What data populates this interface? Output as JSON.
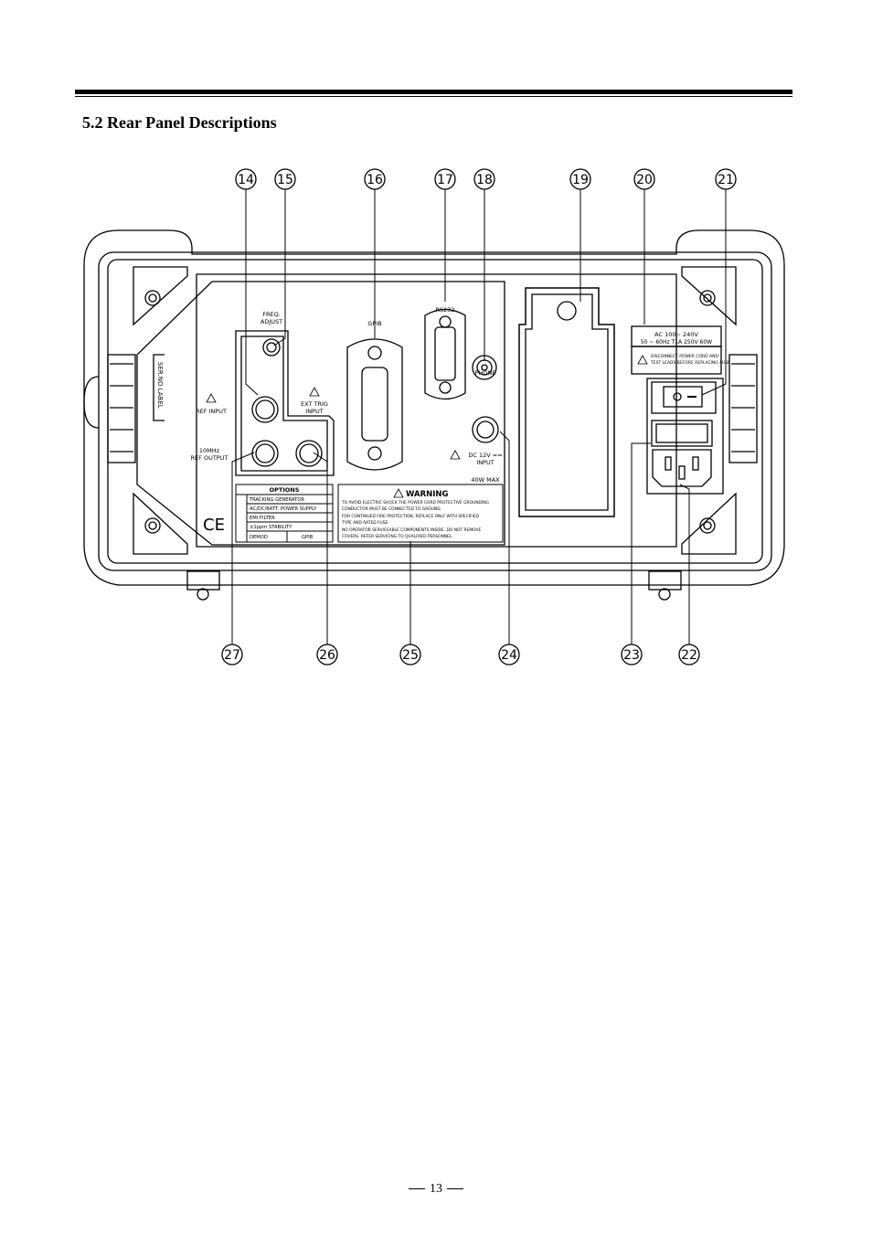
{
  "section": {
    "title": "5.2 Rear Panel Descriptions"
  },
  "callouts": {
    "top": [
      "14",
      "15",
      "16",
      "17",
      "18",
      "19",
      "20",
      "21"
    ],
    "bottom": [
      "27",
      "26",
      "25",
      "24",
      "23",
      "22"
    ]
  },
  "panel": {
    "serno_label": "SER.NO LABEL",
    "freq_adjust_1": "FREQ.",
    "freq_adjust_2": "ADJUST",
    "ref_input": "REF INPUT",
    "ext_trig_1": "EXT TRIG",
    "ext_trig_2": "INPUT",
    "ref_output_1": "10MHz",
    "ref_output_2": "REF OUTPUT",
    "gpib": "GPIB",
    "rs232": "RS232",
    "phone": "PHONE",
    "dc_input_1": "DC  12V ==",
    "dc_input_2": "INPUT",
    "dc_input_3": "40W  MAX",
    "ce_mark": "CE",
    "ac_rating_1": "AC  100~ 240V",
    "ac_rating_2": "50 ~ 60Hz   T1A 250V  60W",
    "disconnect_1": "DISCONNECT POWER CORD AND",
    "disconnect_2": "TEST LEADS BEFORE REPLACING FUSE"
  },
  "options": {
    "header": "OPTIONS",
    "rows": [
      "TRACKING GENERATOR",
      "AC/DC/BATT. POWER SUPPLY",
      "EMI FILTER",
      "±1ppm STABILITY"
    ],
    "last_row": [
      "DEMOD",
      "GPIB"
    ]
  },
  "warning": {
    "title": "WARNING",
    "lines": [
      "TO AVOID ELECTRIC SHOCK THE POWER CORD PROTECTIVE GROUNDING",
      "CONDUCTOR MUST BE CONNECTED TO GROUND.",
      "FOR CONTINUED FIRE PROTECTION, REPLACE ONLY WITH SPECIFIED",
      "TYPE AND RATED FUSE.",
      "NO OPERATOR SERVICEABLE COMPONENTS INSIDE. DO NOT REMOVE",
      "COVERS. REFER SERVICING TO QUALIFIED PERSONNEL."
    ]
  },
  "page": {
    "number": "13"
  }
}
